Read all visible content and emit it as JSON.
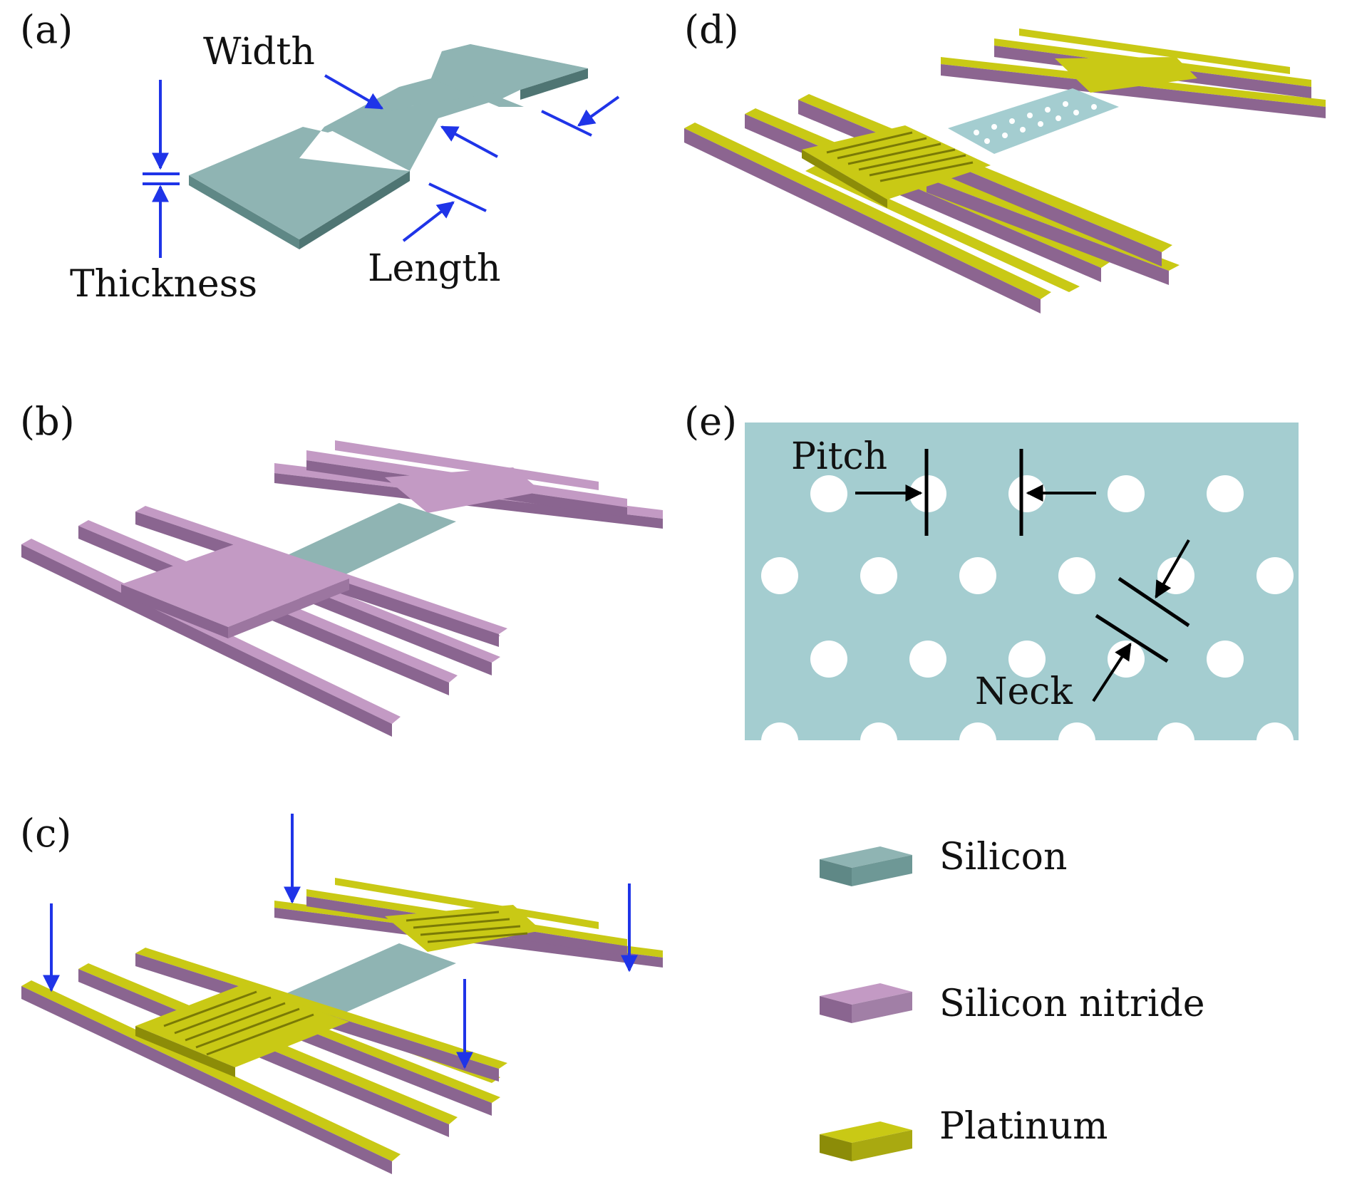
{
  "panels": {
    "a": {
      "label": "(a)",
      "annotations": {
        "width": "Width",
        "thickness": "Thickness",
        "length": "Length"
      }
    },
    "b": {
      "label": "(b)"
    },
    "c": {
      "label": "(c)"
    },
    "d": {
      "label": "(d)"
    },
    "e": {
      "label": "(e)",
      "annotations": {
        "pitch": "Pitch",
        "neck": "Neck"
      }
    }
  },
  "legend": {
    "items": [
      {
        "label": "Silicon",
        "color": "#7fa6a6"
      },
      {
        "label": "Silicon nitride",
        "color": "#b58fb8"
      },
      {
        "label": "Platinum",
        "color": "#c8c81a"
      }
    ]
  },
  "colors": {
    "silicon_top": "#8fb4b3",
    "silicon_side": "#5f8886",
    "nitride_top": "#c39ac4",
    "nitride_side": "#8a6590",
    "platinum_top": "#c9c915",
    "platinum_side": "#8c8c08",
    "phononic_bg": "#a4cdd0",
    "arrow_blue": "#1f34e8"
  }
}
